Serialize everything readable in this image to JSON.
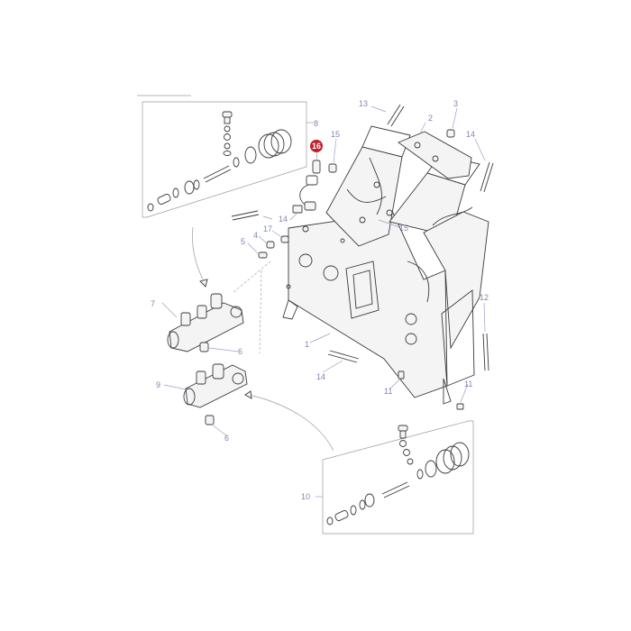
{
  "diagram": {
    "highlight_color": "#c0202a",
    "callout_color": "#7f86b4",
    "highlighted_part": "16",
    "callouts": [
      "1",
      "2",
      "3",
      "4",
      "5",
      "6",
      "6",
      "7",
      "8",
      "9",
      "10",
      "11",
      "11",
      "12",
      "13",
      "14",
      "14",
      "14",
      "15",
      "15",
      "16",
      "17"
    ]
  }
}
